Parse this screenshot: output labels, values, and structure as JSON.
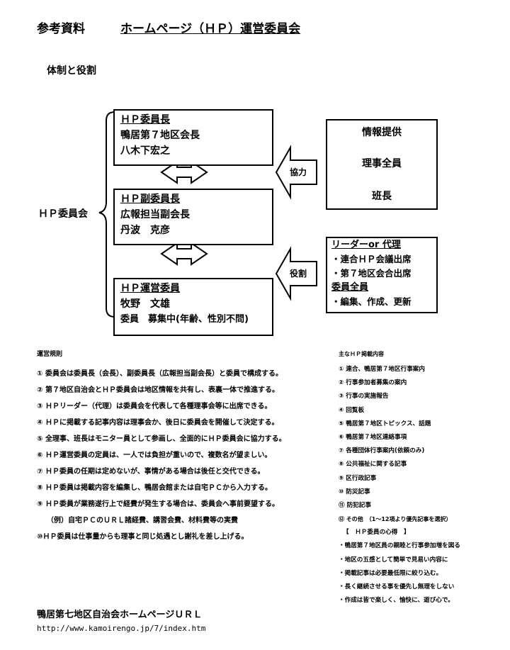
{
  "header": {
    "label": "参考資料",
    "title": "ホームページ（ＨＰ）運営委員会"
  },
  "section_title": "体制と役割",
  "committee_label": "ＨＰ委員会",
  "boxes": {
    "chair": {
      "title": "ＨＰ委員長",
      "lines": [
        "鴨居第７地区会長",
        "八木下宏之"
      ]
    },
    "vice_chair": {
      "title": "ＨＰ副委員長",
      "lines": [
        "広報担当副会長",
        "丹波　克彦"
      ]
    },
    "members": {
      "title": "ＨＰ運営委員",
      "lines": [
        "牧野　文雄",
        "委員　募集中(年齢、性別不問)"
      ]
    },
    "info": {
      "lines": [
        "情報提供",
        "理事全員",
        "班長"
      ]
    },
    "leader": {
      "title": "リーダーor 代理",
      "lines": [
        "・連合ＨＰ会議出席",
        "・第７地区会合出席"
      ],
      "title2": "委員全員",
      "lines2": [
        "・編集、作成、更新"
      ]
    }
  },
  "arrows": {
    "cooperation": "協力",
    "role": "役割"
  },
  "rules": {
    "title": "運営規則",
    "items": [
      "①  委員会は委員長（会長）、副委員長（広報担当副会長）と委員で構成する。",
      "②  第７地区自治会とＨＰ委員会は地区情報を共有し、表裏一体で推進する。",
      "③  ＨＰリーダー（代理）は委員会を代表して各種理事会等に出席できる。",
      "④  ＨＰに掲載する記事内容は理事会か、後日に委員会を開催して決定する。",
      "⑤  全理事、班長はモニター員として参画し、全面的にＨＰ委員会に協力する。",
      "⑥  ＨＰ運営委員の定員は、一人では負担が重いので、複数名が望ましい。",
      "⑦  ＨＰ委員の任期は定めないが、事情がある場合は後任と交代できる。",
      "⑧  ＨＰ委員は掲載内容を編集し、鴨居会館または自宅ＰＣから入力する。",
      "⑨  ＨＰ委員が業務遂行上で経費が発生する場合は、委員会へ事前要望する。",
      "（例）自宅ＰＣのＵＲＬ諸経費、講習会費、材料費等の実費",
      "⑩ＨＰ委員は仕事量からも理事と同じ処遇とし謝礼を差し上げる。"
    ]
  },
  "contents": {
    "title": "主なＨＰ掲載内容",
    "items": [
      "①  連合、鴨居第７地区行事案内",
      "②  行事参加者募集の案内",
      "③  行事の実施報告",
      "④  回覧板",
      "⑤  鴨居第７地区トピックス、話題",
      "⑥  鴨居第７地区連絡事項",
      "⑦  各種団体行事案内(依頼のみ)",
      "⑧  公共福祉に関する記事",
      "⑨  区行政記事",
      "⑩  防災記事",
      "⑪  防犯記事",
      "⑫  その他　（1～12項より優先記事を選択）"
    ],
    "mind_title": "【　ＨＰ委員の心得　】",
    "mind_items": [
      "・鴨居第７地区員の親睦と行事参加増を図る",
      "・地区の五感として簡単で見易い内容に",
      "・掲載記事は必要最低限に絞り込む。",
      "・長く継続させる事を優先し無理をしない",
      "・作成は皆で楽しく、愉快に、遊び心で。"
    ]
  },
  "footer": {
    "title": "鴨居第七地区自治会ホームページＵＲＬ",
    "url": "http://www.kamoirengo.jp/7/index.htm"
  }
}
